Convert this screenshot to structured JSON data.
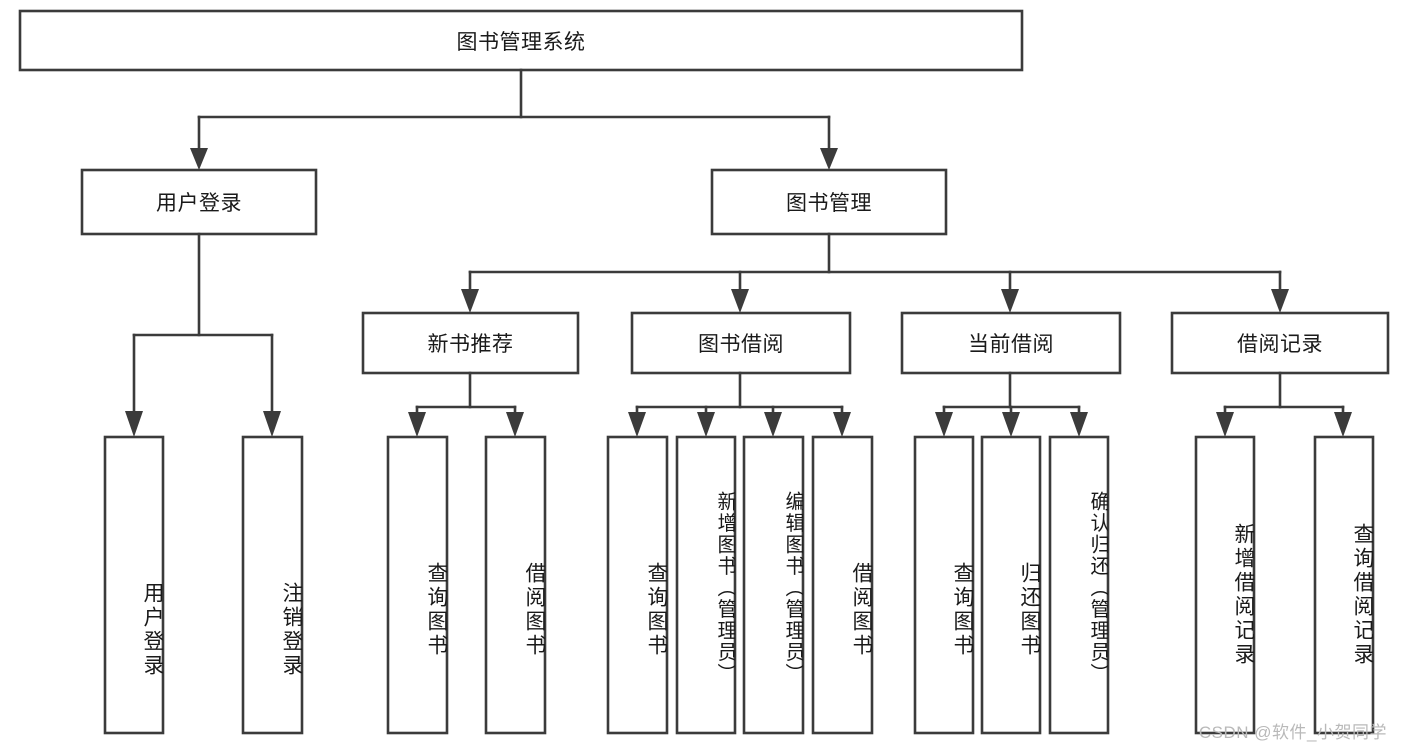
{
  "diagram": {
    "type": "tree-hierarchy",
    "title": "图书管理系统",
    "orientation": "top-down",
    "colors": {
      "box_fill": "#ffffff",
      "box_stroke": "#3b3b3b",
      "text": "#1a1a1a",
      "watermark": "#b9b9b9",
      "background": "#ffffff"
    },
    "levels": {
      "root": "图书管理系统",
      "level2": [
        "用户登录",
        "图书管理"
      ],
      "level3": [
        "新书推荐",
        "图书借阅",
        "当前借阅",
        "借阅记录"
      ]
    },
    "nodes": {
      "root": {
        "label": "图书管理系统"
      },
      "user_login": {
        "label": "用户登录"
      },
      "book_manage": {
        "label": "图书管理"
      },
      "new_book_rec": {
        "label": "新书推荐"
      },
      "book_borrow": {
        "label": "图书借阅"
      },
      "current_borrow": {
        "label": "当前借阅"
      },
      "borrow_record": {
        "label": "借阅记录"
      },
      "leaves": {
        "user_login": [
          {
            "label": "用户登录"
          },
          {
            "label": "注销登录"
          }
        ],
        "new_book_rec": [
          {
            "label": "查询图书"
          },
          {
            "label": "借阅图书"
          }
        ],
        "book_borrow": [
          {
            "label": "查询图书"
          },
          {
            "label": "新增图书（管理员）"
          },
          {
            "label": "编辑图书（管理员）"
          },
          {
            "label": "借阅图书"
          }
        ],
        "current_borrow": [
          {
            "label": "查询图书"
          },
          {
            "label": "归还图书"
          },
          {
            "label": "确认归还（管理员）"
          }
        ],
        "borrow_record": [
          {
            "label": "新增借阅记录"
          },
          {
            "label": "查询借阅记录"
          }
        ]
      }
    }
  },
  "watermark": {
    "text": "CSDN @软件_小贺同学"
  }
}
